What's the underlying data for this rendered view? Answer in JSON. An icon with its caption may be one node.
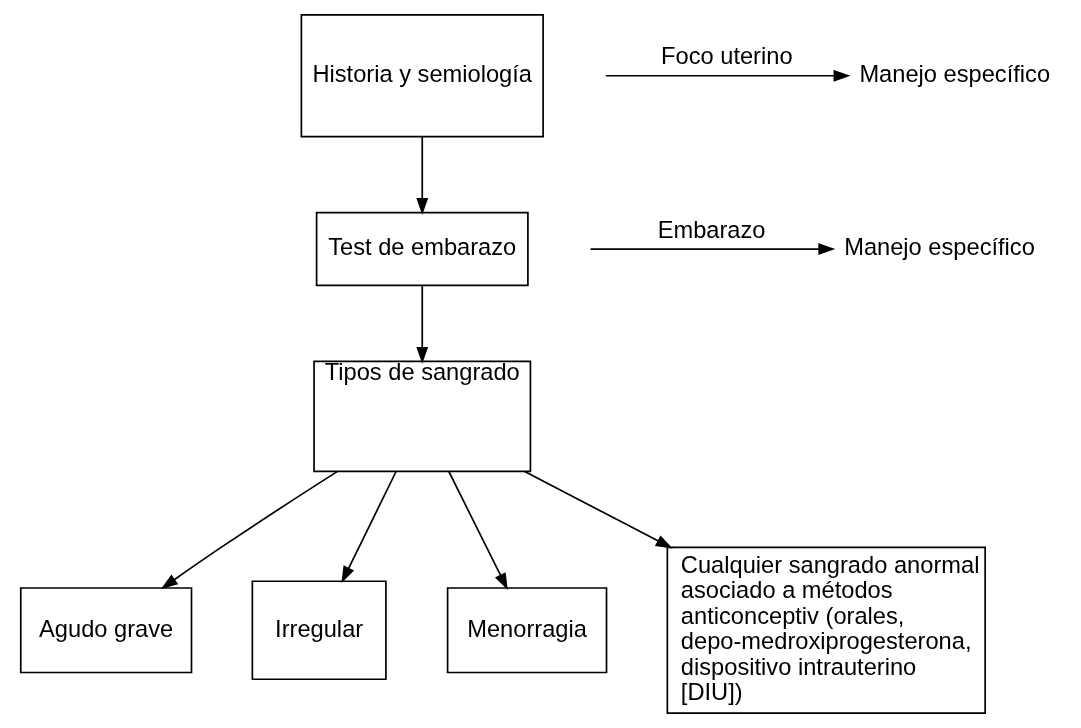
{
  "diagram": {
    "nodes": [
      {
        "text": [
          "Historia y semiología"
        ]
      },
      {
        "text": [
          "Manejo específico"
        ]
      },
      {
        "text": [
          "Test de embarazo"
        ]
      },
      {
        "text": [
          "Manejo específico"
        ]
      },
      {
        "text": [
          "Tipos de sangrado"
        ]
      },
      {
        "text": [
          "Agudo grave"
        ]
      },
      {
        "text": [
          "Irregular"
        ]
      },
      {
        "text": [
          "Menorragia"
        ]
      },
      {
        "text": [
          "Cualquier sangrado anormal asociado a métodos anticonceptiv (orales, depo-medroxiprogesterona, dispositivo intrauterino [DIU])"
        ]
      }
    ],
    "edges": [
      {
        "from": null,
        "to": 1,
        "arrow": "to",
        "label": "Foco uterino"
      },
      {
        "from": 0,
        "to": 2,
        "arrow": "to"
      },
      {
        "from": null,
        "to": 3,
        "arrow": "to",
        "label": "Embarazo"
      },
      {
        "from": 2,
        "to": 4,
        "arrow": "to"
      },
      {
        "from": 4,
        "to": 5,
        "arrow": "to"
      },
      {
        "from": 4,
        "to": 6,
        "arrow": "to"
      },
      {
        "from": 4,
        "to": 7,
        "arrow": "to"
      },
      {
        "from": 4,
        "to": 8,
        "arrow": "to"
      }
    ]
  }
}
